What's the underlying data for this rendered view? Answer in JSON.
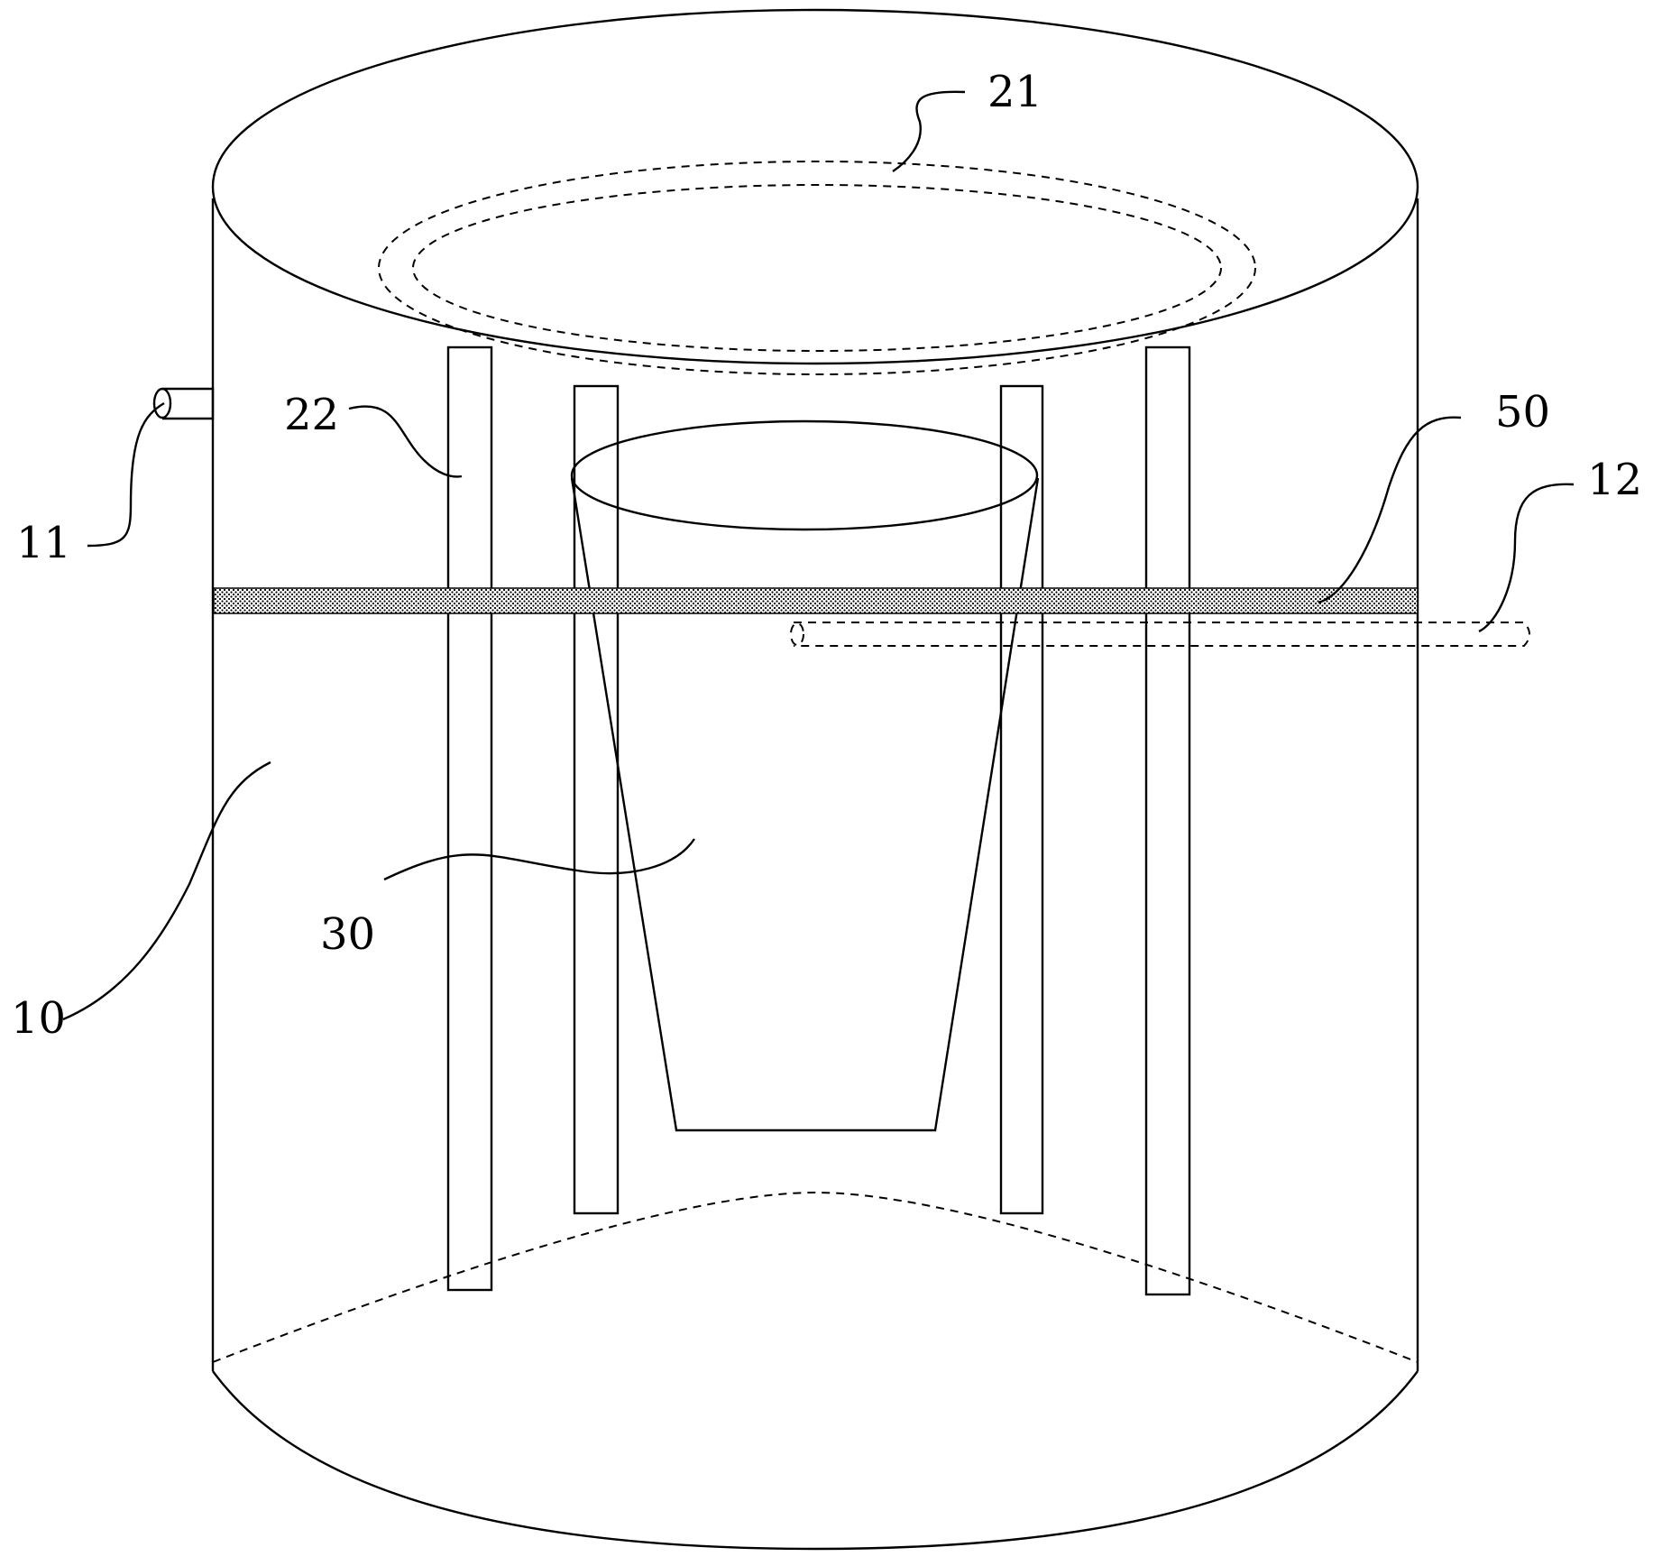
{
  "labels": {
    "l10": "10",
    "l11": "11",
    "l12": "12",
    "l21": "21",
    "l22": "22",
    "l30": "30",
    "l50": "50"
  },
  "colors": {
    "stroke": "#000000",
    "background": "#ffffff"
  }
}
